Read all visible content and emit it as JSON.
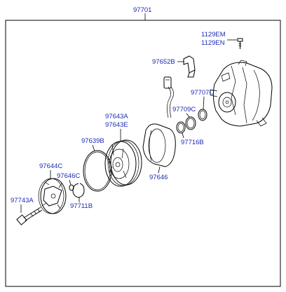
{
  "assembly": {
    "number": "97701"
  },
  "callouts": {
    "bolt_1129EM": "1129EM",
    "bolt_1129EN": "1129EN",
    "bracket_97652B": "97652B",
    "seal_97707C": "97707C",
    "ring_97709C": "97709C",
    "ring_97716B": "97716B",
    "pulley_97643A": "97643A",
    "pulley_97643E": "97643E",
    "shim_97639B": "97639B",
    "coil_97646": "97646",
    "hub_97644C": "97644C",
    "washer_97646C": "97646C",
    "snap_ring_97711B": "97711B",
    "bolt_97743A": "97743A"
  }
}
